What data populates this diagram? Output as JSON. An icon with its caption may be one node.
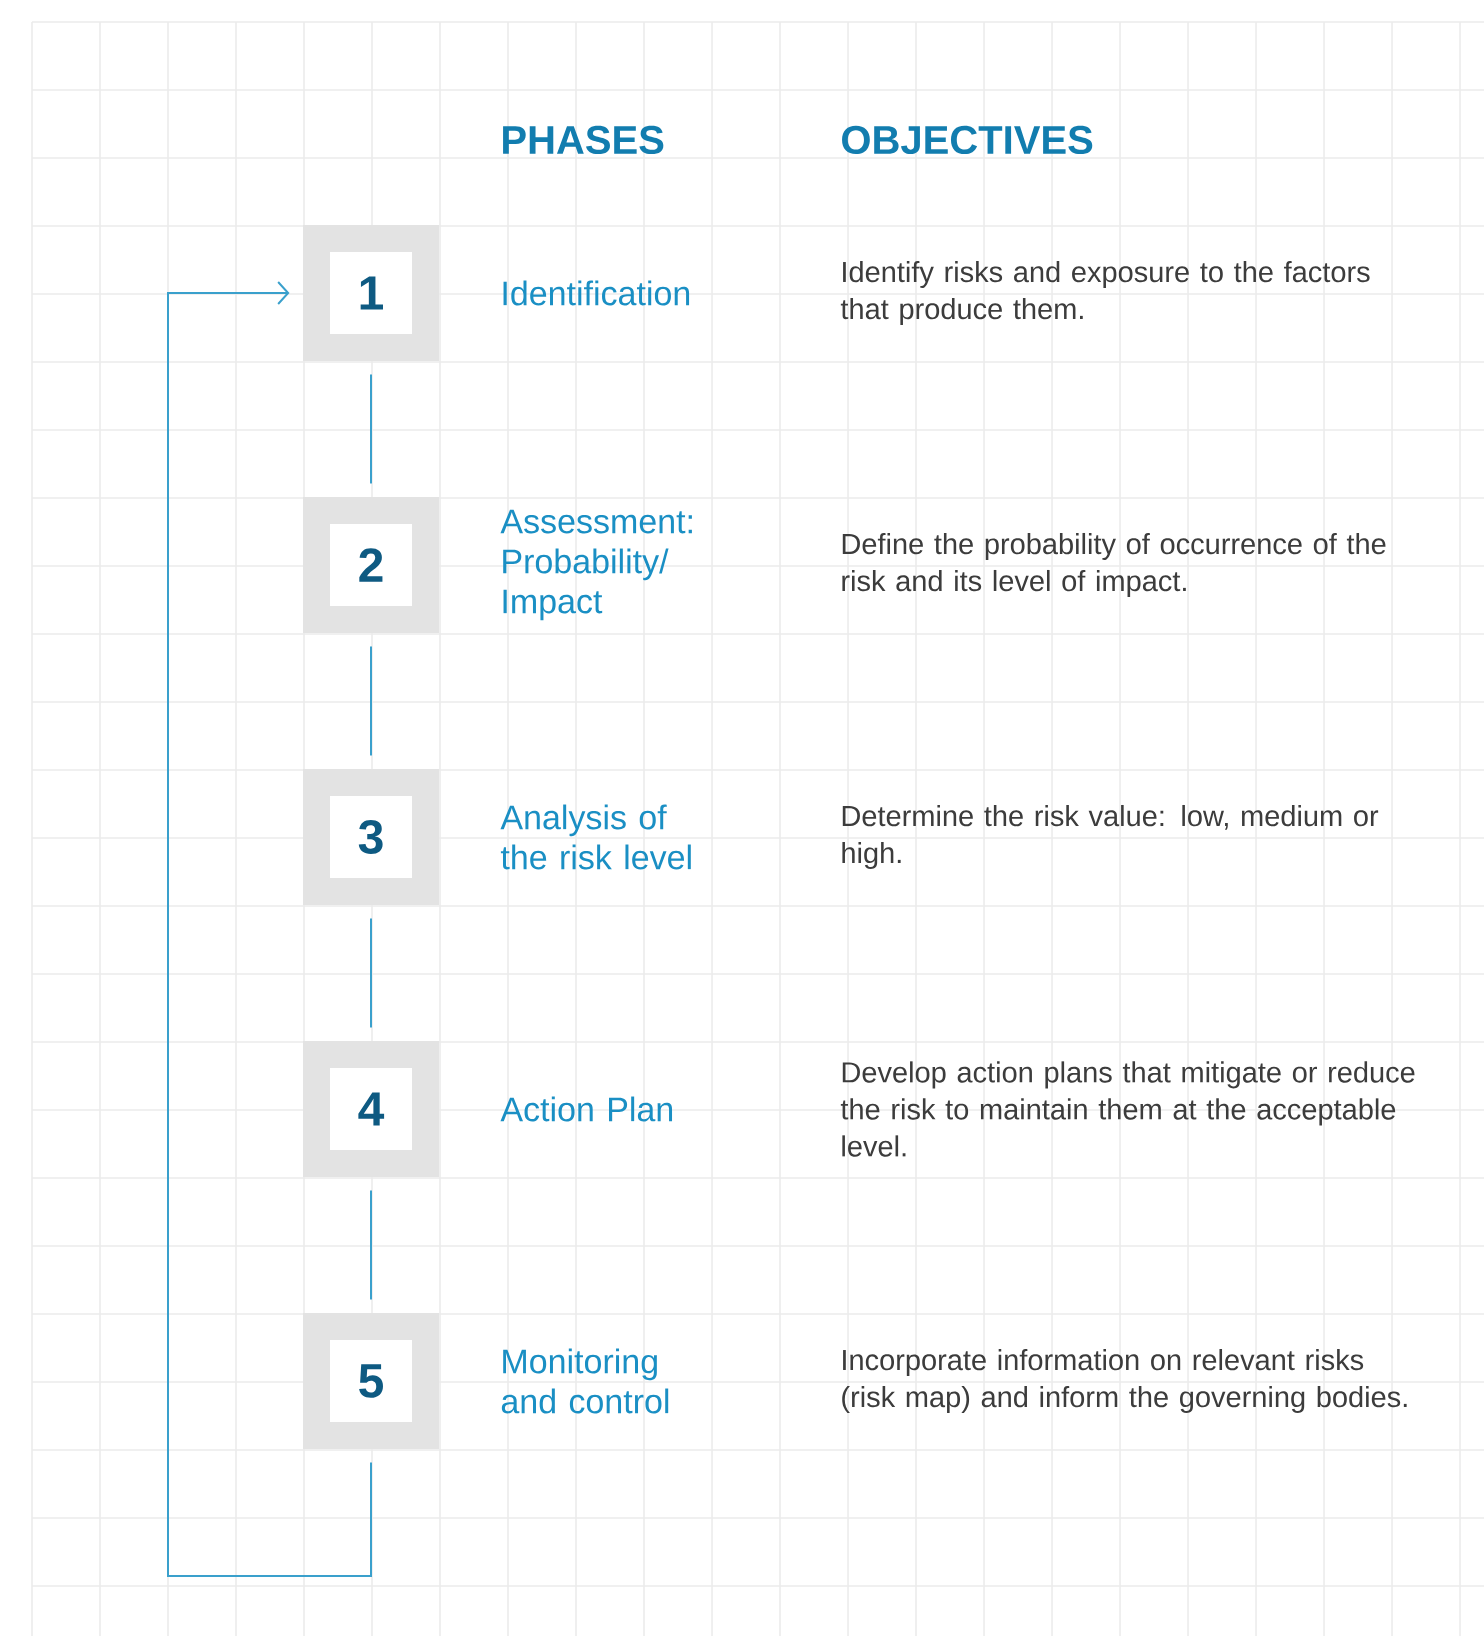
{
  "diagram": {
    "nodes": [
      {
        "text": [
          "1"
        ],
        "beside": [
          "Identification"
        ]
      },
      {
        "text": [
          "2"
        ],
        "beside": [
          "Assessment: Probability/ Impact"
        ]
      },
      {
        "text": [
          "3"
        ],
        "beside": [
          "Analysis of the risk level"
        ]
      },
      {
        "text": [
          "4"
        ],
        "beside": [
          "Action Plan"
        ]
      },
      {
        "text": [
          "5"
        ],
        "beside": [
          "Monitoring and control"
        ]
      }
    ],
    "edges": [
      {
        "from": 0,
        "to": 1,
        "arrow": "none"
      },
      {
        "from": 1,
        "to": 2,
        "arrow": "none"
      },
      {
        "from": 2,
        "to": 3,
        "arrow": "none"
      },
      {
        "from": 3,
        "to": 4,
        "arrow": "none"
      },
      {
        "from": 4,
        "to": 0,
        "arrow": "to"
      }
    ],
    "labels": [
      "PHASES",
      "OBJECTIVES",
      "Identify risks and exposure to the factors that produce them.",
      "Define the probability of occurrence of the risk and its level of impact.",
      "Determine the risk value: low, medium or high.",
      "Develop action plans that mitigate or reduce the risk to maintain them at the acceptable level.",
      "Incorporate information on relevant risks (risk map) and inform the governing bodies."
    ]
  }
}
